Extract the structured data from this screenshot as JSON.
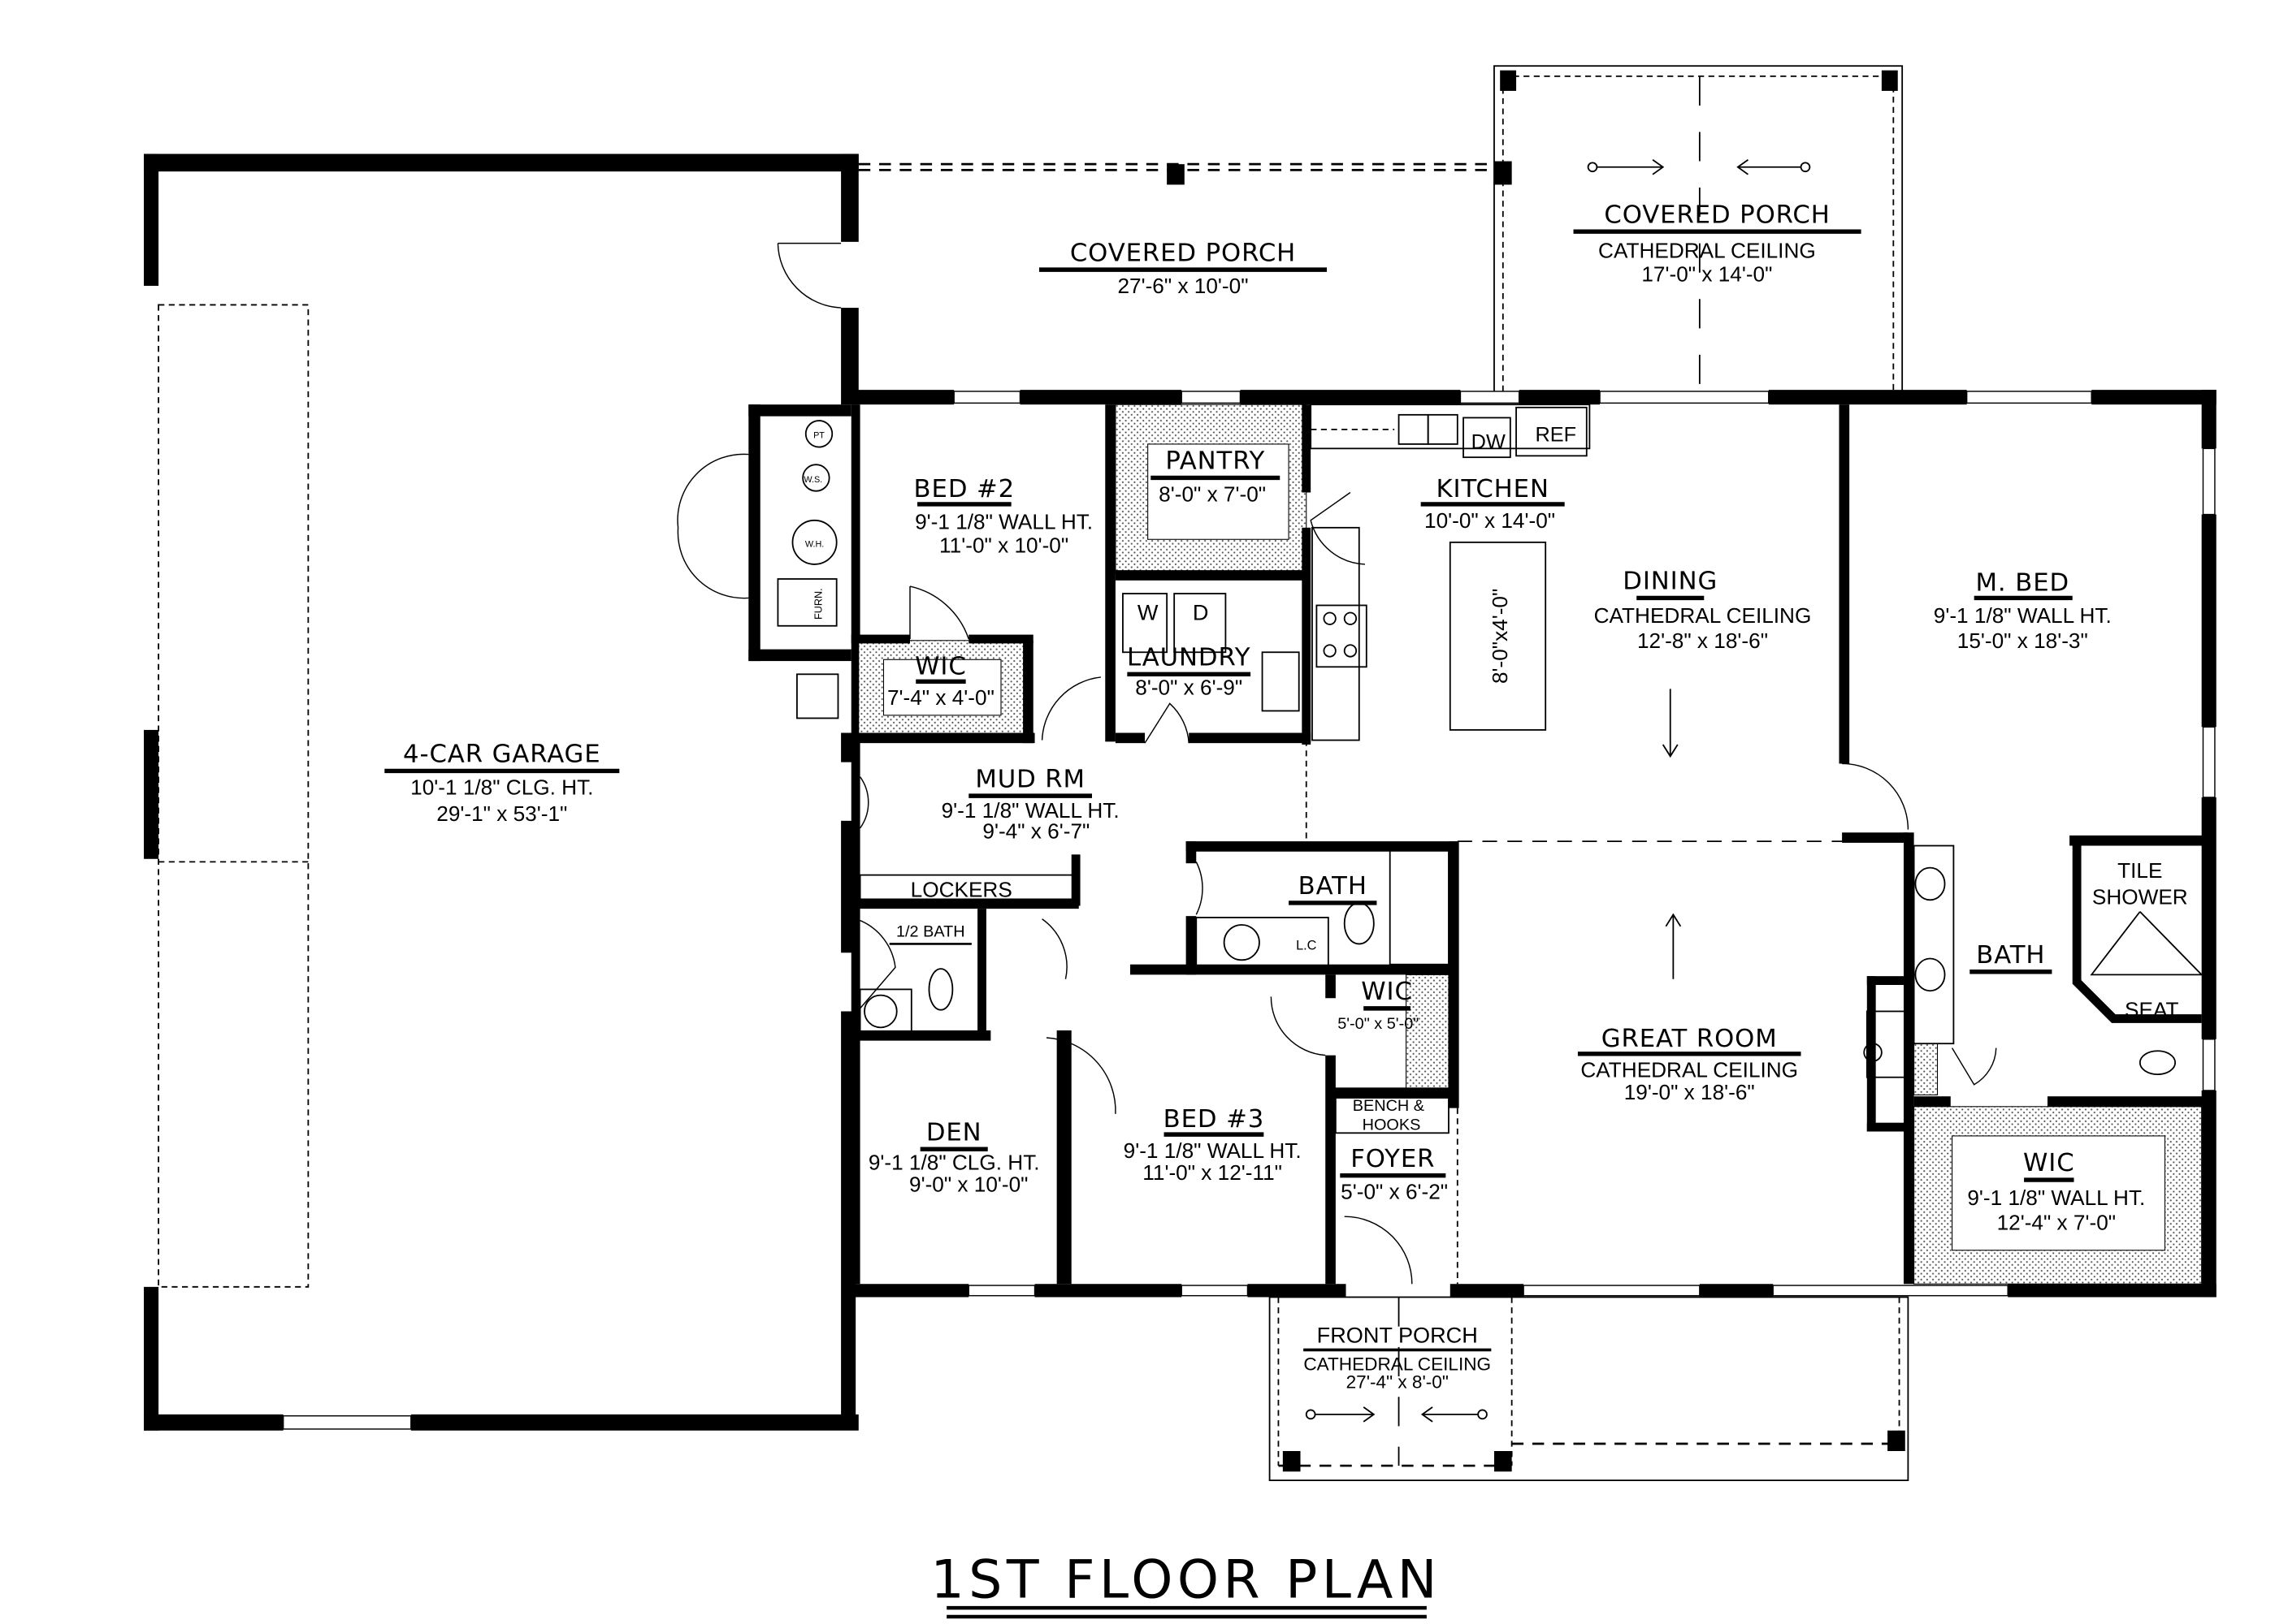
{
  "title": "1ST FLOOR PLAN",
  "rooms": {
    "garage": {
      "name": "4-CAR GARAGE",
      "line1": "10'-1 1/8\" CLG. HT.",
      "line2": "29'-1\" x 53'-1\""
    },
    "covered_porch_rear": {
      "name": "COVERED PORCH",
      "line1": "27'-6\" x 10'-0\""
    },
    "covered_porch_side": {
      "name": "COVERED PORCH",
      "line1": "CATHEDRAL CEILING",
      "line2": "17'-0\" x 14'-0\""
    },
    "bed2": {
      "name": "BED #2",
      "line1": "9'-1 1/8\" WALL HT.",
      "line2": "11'-0\" x 10'-0\""
    },
    "pantry": {
      "name": "PANTRY",
      "line1": "8'-0\" x 7'-0\""
    },
    "kitchen": {
      "name": "KITCHEN",
      "line1": "10'-0\" x 14'-0\"",
      "island": "8'-0\"x4'-0\""
    },
    "dining": {
      "name": "DINING",
      "line1": "CATHEDRAL CEILING",
      "line2": "12'-8\" x 18'-6\""
    },
    "master_bed": {
      "name": "M. BED",
      "line1": "9'-1 1/8\" WALL HT.",
      "line2": "15'-0\" x 18'-3\""
    },
    "bed2_wic": {
      "name": "WIC",
      "line1": "7'-4\" x 4'-0\""
    },
    "laundry": {
      "name": "LAUNDRY",
      "line1": "8'-0\" x 6'-9\""
    },
    "mud_room": {
      "name": "MUD RM",
      "line1": "9'-1 1/8\" WALL HT.",
      "line2": "9'-4\" x 6'-7\""
    },
    "lockers": {
      "name": "LOCKERS"
    },
    "half_bath": {
      "name": "1/2 BATH"
    },
    "bath": {
      "name": "BATH",
      "lc": "L.C"
    },
    "bed3_wic": {
      "name": "WIC",
      "line1": "5'-0\" x 5'-0\""
    },
    "great_room": {
      "name": "GREAT ROOM",
      "line1": "CATHEDRAL CEILING",
      "line2": "19'-0\" x 18'-6\""
    },
    "master_bath": {
      "name": "BATH",
      "shower1": "TILE",
      "shower2": "SHOWER",
      "seat": "SEAT"
    },
    "den": {
      "name": "DEN",
      "line1": "9'-1 1/8\" CLG. HT.",
      "line2": "9'-0\" x 10'-0\""
    },
    "bed3": {
      "name": "BED #3",
      "line1": "9'-1 1/8\" WALL HT.",
      "line2": "11'-0\" x 12'-11\""
    },
    "bench": {
      "line1": "BENCH &",
      "line2": "HOOKS"
    },
    "foyer": {
      "name": "FOYER",
      "line1": "5'-0\" x 6'-2\""
    },
    "master_wic": {
      "name": "WIC",
      "line1": "9'-1 1/8\" WALL HT.",
      "line2": "12'-4\" x 7'-0\""
    },
    "front_porch": {
      "name": "FRONT PORCH",
      "line1": "CATHEDRAL CEILING",
      "line2": "27'-4\" x 8'-0\""
    }
  },
  "fixtures": {
    "dishwasher": "DW",
    "refrigerator": "REF",
    "washer": "W",
    "dryer": "D",
    "pressure_tank": "PT",
    "water_softener": "W.S.",
    "water_heater": "W.H.",
    "furnace": "FURN."
  }
}
